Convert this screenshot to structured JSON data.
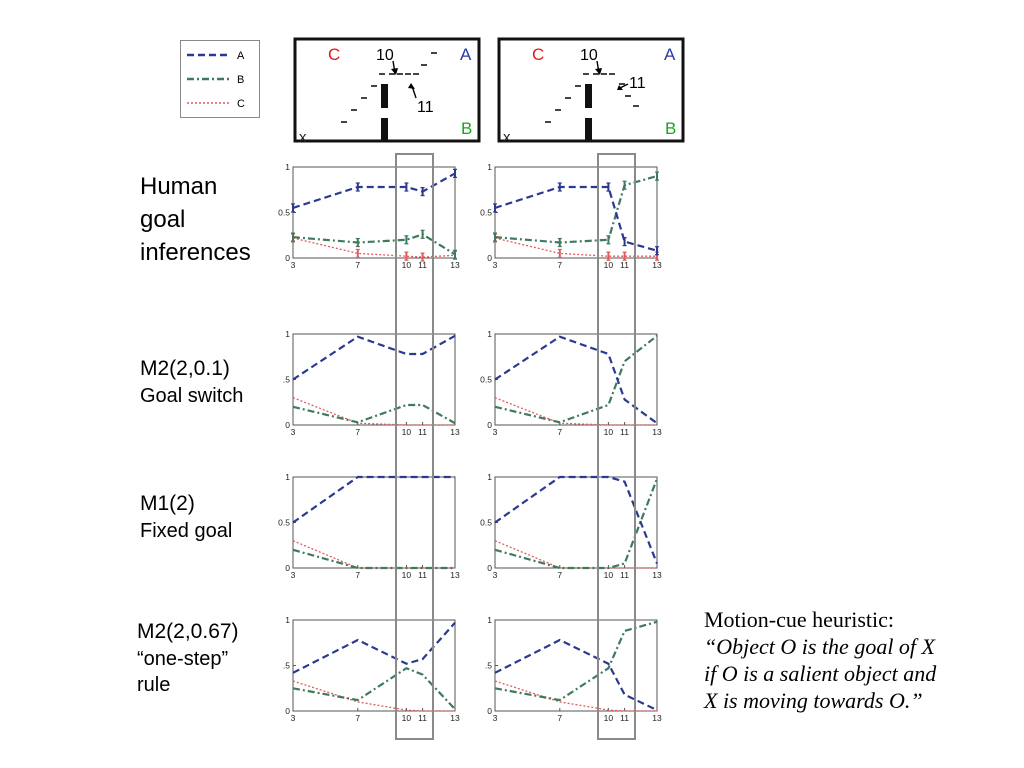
{
  "legend": [
    {
      "name": "A",
      "color": "#2b3a8f",
      "dash": "7,4"
    },
    {
      "name": "B",
      "color": "#3f7a5e",
      "dash": "7,3,2,3"
    },
    {
      "name": "C",
      "color": "#e35a5a",
      "dash": "2,2"
    }
  ],
  "mazes": [
    {
      "label_c": "C",
      "label_a": "A",
      "label_b": "B",
      "label_x": "x",
      "step10": "10",
      "step11": "11"
    },
    {
      "label_c": "C",
      "label_a": "A",
      "label_b": "B",
      "label_x": "x",
      "step10": "10",
      "step11": "11"
    }
  ],
  "rows": [
    {
      "title_lines": [
        "Human",
        "goal",
        "inferences"
      ],
      "subtitle_lines": []
    },
    {
      "title_lines": [
        "M2(2,0.1)"
      ],
      "subtitle_lines": [
        "Goal switch"
      ]
    },
    {
      "title_lines": [
        "M1(2)"
      ],
      "subtitle_lines": [
        "Fixed goal"
      ]
    },
    {
      "title_lines": [
        "M2(2,0.67)"
      ],
      "subtitle_lines": [
        "“one-step”",
        "rule"
      ]
    }
  ],
  "heuristic": {
    "line1": "Motion-cue heuristic:",
    "quote_lines": [
      "“Object O is the goal of X",
      "if O is a salient object and",
      "X is moving towards O.”"
    ]
  },
  "colors": {
    "A": "#2b3a8f",
    "B": "#3f7a5e",
    "C": "#e35a5a",
    "maze_a": "#2b3aa8",
    "maze_b": "#1aa61a",
    "maze_c": "#e01b1b",
    "highlight": "#8a8a8a"
  },
  "chart_data": [
    {
      "type": "line",
      "row": 0,
      "col": 0,
      "x": [
        3,
        7,
        10,
        11,
        13
      ],
      "xticks": [
        "3",
        "7",
        "10",
        "11",
        "13"
      ],
      "yticks": [
        "0",
        "0.5",
        "1"
      ],
      "ylim": [
        0,
        1
      ],
      "xlim": [
        3,
        13
      ],
      "error_bars": true,
      "series": [
        {
          "name": "A",
          "values": [
            0.55,
            0.78,
            0.78,
            0.73,
            0.93
          ]
        },
        {
          "name": "B",
          "values": [
            0.23,
            0.17,
            0.2,
            0.26,
            0.04
          ]
        },
        {
          "name": "C",
          "values": [
            0.22,
            0.05,
            0.02,
            0.01,
            0.03
          ]
        }
      ]
    },
    {
      "type": "line",
      "row": 0,
      "col": 1,
      "x": [
        3,
        7,
        10,
        11,
        13
      ],
      "xticks": [
        "3",
        "7",
        "10",
        "11",
        "13"
      ],
      "yticks": [
        "0",
        "0.5",
        "1"
      ],
      "ylim": [
        0,
        1
      ],
      "xlim": [
        3,
        13
      ],
      "error_bars": true,
      "series": [
        {
          "name": "A",
          "values": [
            0.55,
            0.78,
            0.78,
            0.18,
            0.08
          ]
        },
        {
          "name": "B",
          "values": [
            0.23,
            0.17,
            0.2,
            0.8,
            0.9
          ]
        },
        {
          "name": "C",
          "values": [
            0.22,
            0.05,
            0.02,
            0.02,
            0.02
          ]
        }
      ]
    },
    {
      "type": "line",
      "row": 1,
      "col": 0,
      "x": [
        3,
        7,
        10,
        11,
        13
      ],
      "xticks": [
        "3",
        "7",
        "10",
        "11",
        "13"
      ],
      "yticks": [
        "0",
        ".5",
        "1"
      ],
      "ylim": [
        0,
        1
      ],
      "xlim": [
        3,
        13
      ],
      "error_bars": false,
      "series": [
        {
          "name": "A",
          "values": [
            0.5,
            0.97,
            0.78,
            0.78,
            0.98
          ]
        },
        {
          "name": "B",
          "values": [
            0.2,
            0.03,
            0.22,
            0.22,
            0.02
          ]
        },
        {
          "name": "C",
          "values": [
            0.3,
            0.02,
            0.0,
            0.0,
            0.0
          ]
        }
      ]
    },
    {
      "type": "line",
      "row": 1,
      "col": 1,
      "x": [
        3,
        7,
        10,
        11,
        13
      ],
      "xticks": [
        "3",
        "7",
        "10",
        "11",
        "13"
      ],
      "yticks": [
        "0",
        "0.5",
        "1"
      ],
      "ylim": [
        0,
        1
      ],
      "xlim": [
        3,
        13
      ],
      "error_bars": false,
      "series": [
        {
          "name": "A",
          "values": [
            0.5,
            0.97,
            0.78,
            0.28,
            0.02
          ]
        },
        {
          "name": "B",
          "values": [
            0.2,
            0.03,
            0.22,
            0.7,
            0.98
          ]
        },
        {
          "name": "C",
          "values": [
            0.3,
            0.02,
            0.0,
            0.0,
            0.0
          ]
        }
      ]
    },
    {
      "type": "line",
      "row": 2,
      "col": 0,
      "x": [
        3,
        7,
        10,
        11,
        13
      ],
      "xticks": [
        "3",
        "7",
        "10",
        "11",
        "13"
      ],
      "yticks": [
        "0",
        "0.5",
        "1"
      ],
      "ylim": [
        0,
        1
      ],
      "xlim": [
        3,
        13
      ],
      "error_bars": false,
      "series": [
        {
          "name": "A",
          "values": [
            0.5,
            1.0,
            1.0,
            1.0,
            1.0
          ]
        },
        {
          "name": "B",
          "values": [
            0.2,
            0.0,
            0.0,
            0.0,
            0.0
          ]
        },
        {
          "name": "C",
          "values": [
            0.3,
            0.0,
            0.0,
            0.0,
            0.0
          ]
        }
      ]
    },
    {
      "type": "line",
      "row": 2,
      "col": 1,
      "x": [
        3,
        7,
        10,
        11,
        13
      ],
      "xticks": [
        "3",
        "7",
        "10",
        "11",
        "13"
      ],
      "yticks": [
        "0",
        "0.5",
        "1"
      ],
      "ylim": [
        0,
        1
      ],
      "xlim": [
        3,
        13
      ],
      "error_bars": false,
      "series": [
        {
          "name": "A",
          "values": [
            0.5,
            1.0,
            1.0,
            0.95,
            0.05
          ]
        },
        {
          "name": "B",
          "values": [
            0.2,
            0.0,
            0.0,
            0.05,
            0.98
          ]
        },
        {
          "name": "C",
          "values": [
            0.3,
            0.0,
            0.0,
            0.0,
            0.0
          ]
        }
      ]
    },
    {
      "type": "line",
      "row": 3,
      "col": 0,
      "x": [
        3,
        7,
        10,
        11,
        13
      ],
      "xticks": [
        "3",
        "7",
        "10",
        "11",
        "13"
      ],
      "yticks": [
        "0",
        ".5",
        "1"
      ],
      "ylim": [
        0,
        1
      ],
      "xlim": [
        3,
        13
      ],
      "error_bars": false,
      "series": [
        {
          "name": "A",
          "values": [
            0.42,
            0.78,
            0.52,
            0.57,
            0.97
          ]
        },
        {
          "name": "B",
          "values": [
            0.25,
            0.12,
            0.47,
            0.4,
            0.02
          ]
        },
        {
          "name": "C",
          "values": [
            0.33,
            0.1,
            0.01,
            0.0,
            0.0
          ]
        }
      ]
    },
    {
      "type": "line",
      "row": 3,
      "col": 1,
      "x": [
        3,
        7,
        10,
        11,
        13
      ],
      "xticks": [
        "3",
        "7",
        "10",
        "11",
        "13"
      ],
      "yticks": [
        "0",
        ".5",
        "1"
      ],
      "ylim": [
        0,
        1
      ],
      "xlim": [
        3,
        13
      ],
      "error_bars": false,
      "series": [
        {
          "name": "A",
          "values": [
            0.42,
            0.78,
            0.52,
            0.18,
            0.01
          ]
        },
        {
          "name": "B",
          "values": [
            0.25,
            0.12,
            0.47,
            0.88,
            0.98
          ]
        },
        {
          "name": "C",
          "values": [
            0.33,
            0.1,
            0.01,
            0.0,
            0.0
          ]
        }
      ]
    }
  ]
}
